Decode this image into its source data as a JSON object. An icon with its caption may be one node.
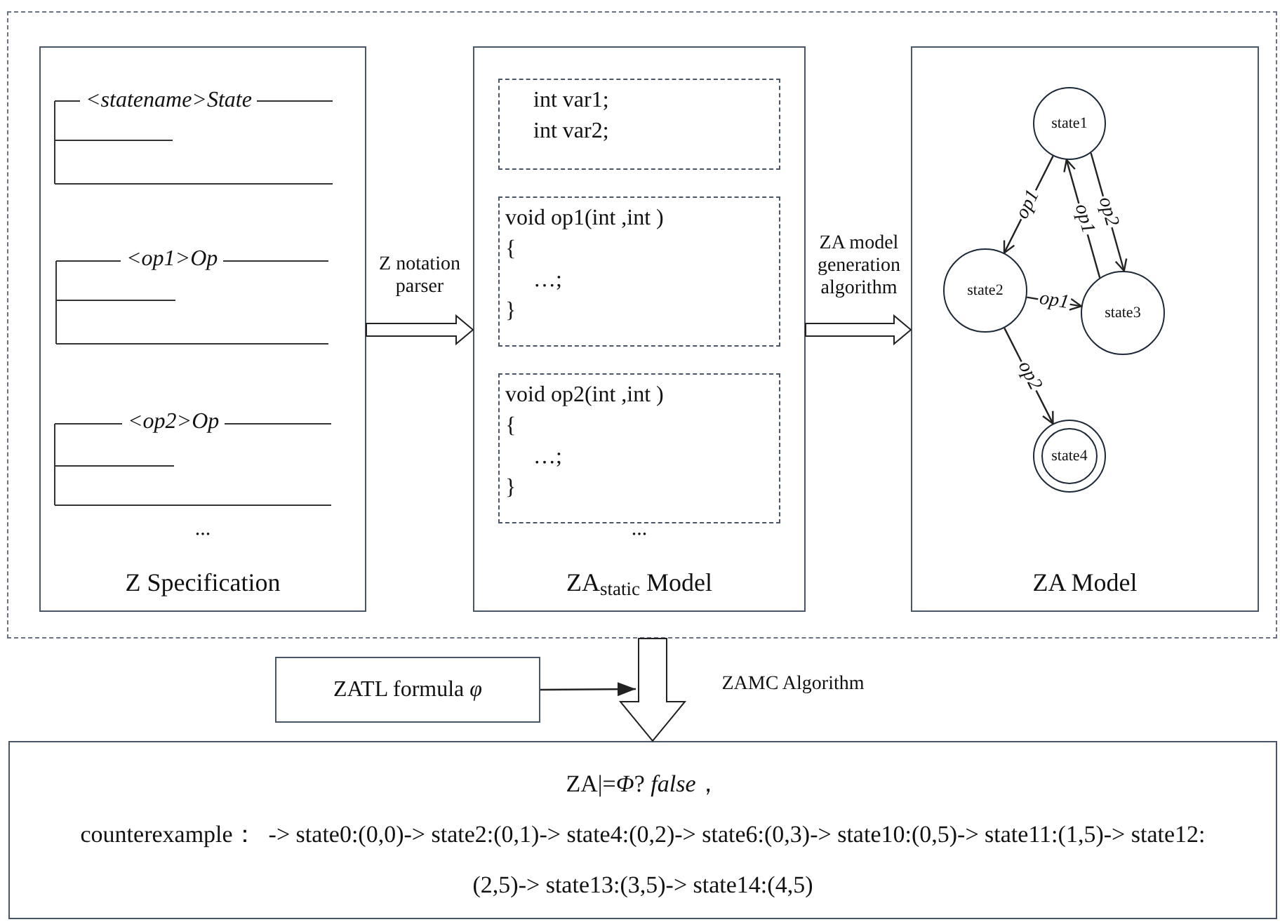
{
  "diagram": {
    "nodes": [
      {
        "text": [],
        "shape": "box"
      },
      {
        "text": [
          "...",
          "Z Specification"
        ],
        "in": 0
      },
      {
        "text": [
          "<statename>State"
        ],
        "in": 1
      },
      {
        "text": [
          "<op1>Op"
        ],
        "in": 1
      },
      {
        "text": [
          "<op2>Op"
        ],
        "in": 1
      },
      {
        "text": [
          "...",
          "ZA$_{static}$ Model"
        ],
        "in": 0
      },
      {
        "text": [
          "int var1;",
          "int var2;"
        ],
        "in": 5
      },
      {
        "text": [
          "void op1(int ,int )",
          "{",
          "…;",
          "}"
        ],
        "in": 5
      },
      {
        "text": [
          "void op2(int ,int )",
          "{",
          "…;",
          "}"
        ],
        "in": 5
      },
      {
        "text": [
          "ZA Model"
        ],
        "in": 0
      },
      {
        "text": [
          "state1"
        ],
        "in": 9
      },
      {
        "text": [
          "state2"
        ],
        "in": 9
      },
      {
        "text": [
          "state3"
        ],
        "in": 9
      },
      {
        "text": [
          "state4"
        ],
        "in": 9
      },
      {
        "text": [
          "ZATL formula *φ*"
        ]
      },
      {
        "text": [
          "ZA|=*Φ*? *false*，",
          "counterexample：  -> state0:(0,0)-> state2:(0,1)-> state4:(0,2)-> state6:(0,3)-> state10:(0,5)-> state11:(1,5)-> state12:(2,5)-> state13:(3,5)-> state14:(4,5)"
        ]
      }
    ],
    "edges": [
      {
        "from": 1,
        "to": 5,
        "arrow": "to",
        "label": "Z notation parser",
        "style": "thick"
      },
      {
        "from": 5,
        "to": 9,
        "arrow": "to",
        "label": "ZA model generation algorithm",
        "style": "thick"
      },
      {
        "from": 10,
        "to": 11,
        "arrow": "to",
        "label": "op1"
      },
      {
        "from": 12,
        "to": 10,
        "arrow": "to",
        "label": "op1"
      },
      {
        "from": 10,
        "to": 12,
        "arrow": "to",
        "label": "op2"
      },
      {
        "from": 11,
        "to": 12,
        "arrow": "to",
        "label": "op1"
      },
      {
        "from": 11,
        "to": 13,
        "arrow": "to",
        "label": "op2"
      },
      {
        "from": 14,
        "to": null,
        "arrow": "to"
      },
      {
        "from": 0,
        "to": 15,
        "arrow": "to",
        "label": "ZAMC Algorithm",
        "style": "thick"
      }
    ]
  }
}
